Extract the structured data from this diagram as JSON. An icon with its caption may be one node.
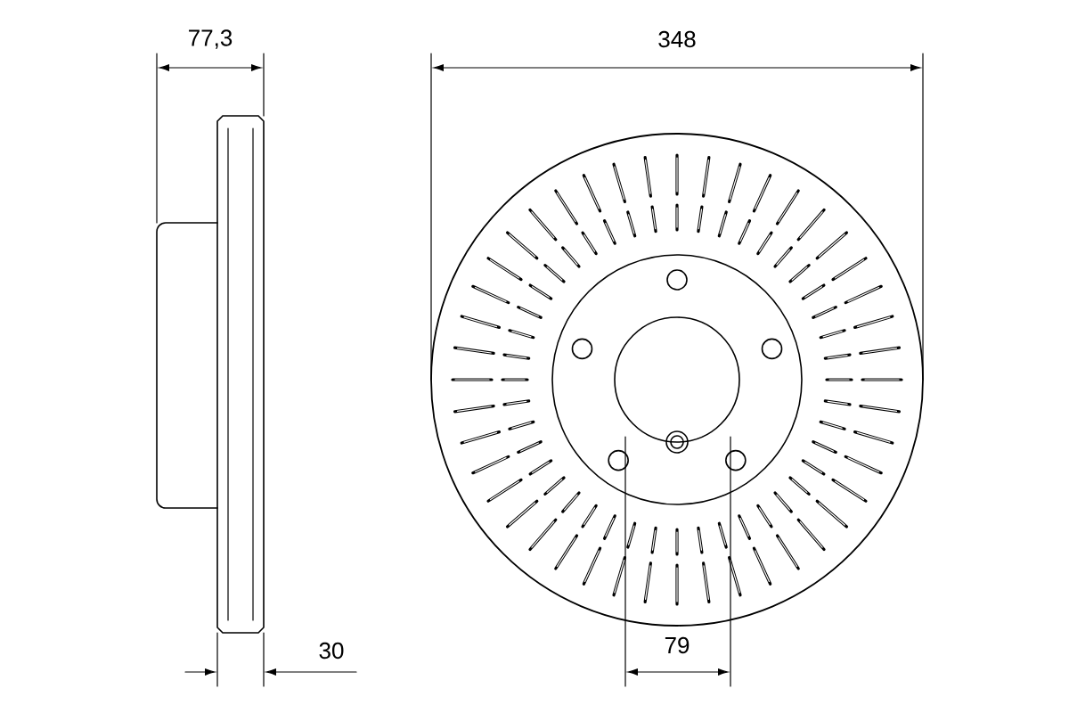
{
  "diagram": {
    "labels": [
      "77,3",
      "348",
      "79",
      "30"
    ]
  }
}
